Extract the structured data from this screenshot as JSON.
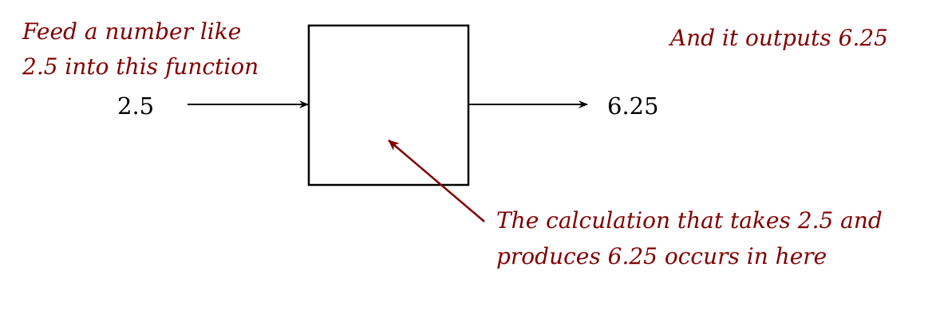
{
  "input_value": "2.5",
  "output_value": "6.25",
  "annotations": {
    "input_note": [
      "Feed a number like",
      "2.5 into this function"
    ],
    "output_note": "And it outputs 6.25",
    "box_note": [
      "The calculation that takes 2.5 and",
      "produces 6.25 occurs in here"
    ]
  },
  "colors": {
    "annotation": "#800000",
    "lines": "#000000"
  }
}
